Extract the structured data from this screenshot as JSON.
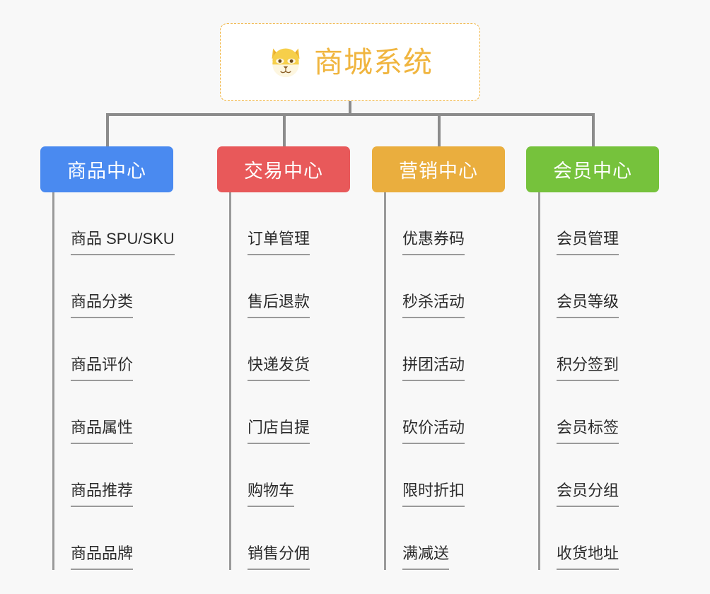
{
  "root": {
    "title": "商城系统",
    "icon": "shiba-dog-emoji",
    "border_color": "#f0b23c",
    "text_color": "#f0b53f",
    "background": "#ffffff"
  },
  "canvas": {
    "background": "#f8f8f8",
    "connector_color": "#8c8c8c",
    "leaf_line_color": "#9a9a9a"
  },
  "columns": [
    {
      "title": "商品中心",
      "color": "#4a8af0",
      "items": [
        "商品 SPU/SKU",
        "商品分类",
        "商品评价",
        "商品属性",
        "商品推荐",
        "商品品牌"
      ]
    },
    {
      "title": "交易中心",
      "color": "#e8595a",
      "items": [
        "订单管理",
        "售后退款",
        "快递发货",
        "门店自提",
        "购物车",
        "销售分佣"
      ]
    },
    {
      "title": "营销中心",
      "color": "#eaae3e",
      "items": [
        "优惠券码",
        "秒杀活动",
        "拼团活动",
        "砍价活动",
        "限时折扣",
        "满减送"
      ]
    },
    {
      "title": "会员中心",
      "color": "#76c23c",
      "items": [
        "会员管理",
        "会员等级",
        "积分签到",
        "会员标签",
        "会员分组",
        "收货地址"
      ]
    }
  ]
}
